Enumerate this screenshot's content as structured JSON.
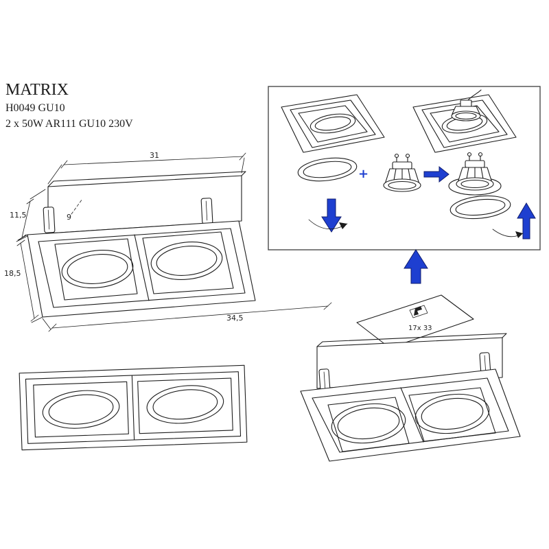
{
  "product": {
    "name": "MATRIX",
    "code": "H0049 GU10",
    "spec": "2 x 50W AR111 GU10 230V"
  },
  "dimensions": {
    "width_top": "31",
    "height_side": "11,5",
    "recess": "9",
    "depth_side": "18,5",
    "width_bottom": "34,5",
    "ceiling_cutout": "17x 33"
  },
  "instruction": {
    "plus_sign": "+"
  },
  "colors": {
    "ink": "#1c1c1c",
    "blue": "#1e3fd0",
    "box_border": "#4a4a4a"
  }
}
